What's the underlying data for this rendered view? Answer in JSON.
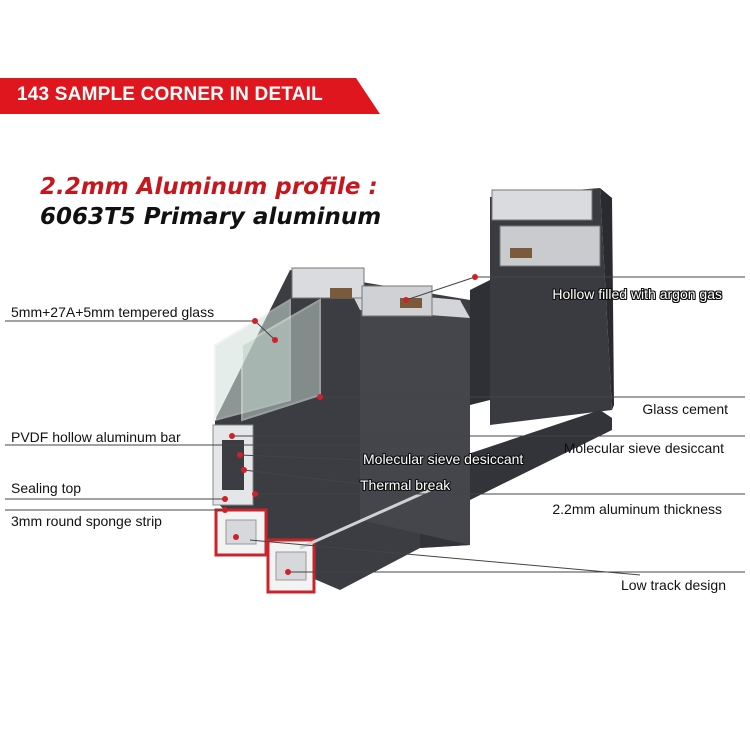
{
  "banner": {
    "title": "143 SAMPLE CORNER IN DETAIL",
    "color": "#e0161e"
  },
  "headline": {
    "line1": "2.2mm Aluminum profile :",
    "line2": "6063T5 Primary aluminum",
    "accent": "#c8161d"
  },
  "labels": {
    "left": [
      "5mm+27A+5mm tempered glass",
      "PVDF hollow aluminum bar",
      "Sealing top",
      "3mm round sponge strip"
    ],
    "right": [
      "Hollow filled with argon gas",
      "Glass cement",
      "Molecular sieve desiccant",
      "2.2mm aluminum thickness",
      "Low track design"
    ],
    "center": [
      "Molecular sieve desiccant",
      "Thermal break"
    ]
  },
  "colors": {
    "frame": "#3c3d42",
    "frame_dark": "#2b2c30",
    "aluminum": "#d9dbdf",
    "glass": "#cfe0d8",
    "marker": "#d0202a"
  }
}
